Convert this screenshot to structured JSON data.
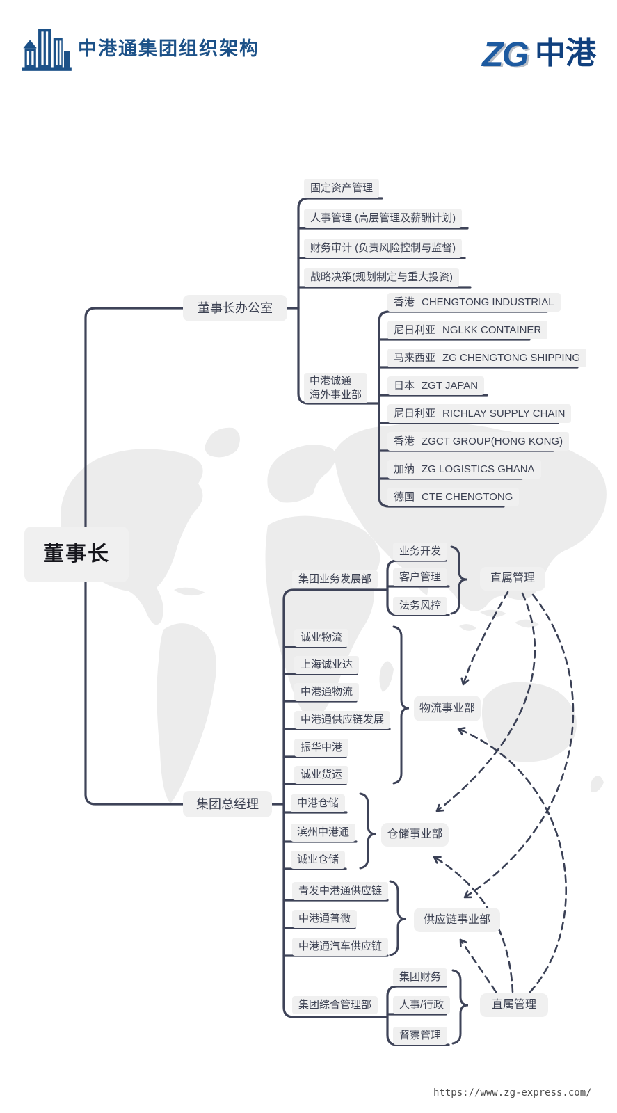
{
  "header": {
    "title": "中港通集团组织架构",
    "brand": {
      "zg": "ZG",
      "cn": "中港"
    }
  },
  "chairman": {
    "label": "董事长"
  },
  "office": {
    "label": "董事长办公室",
    "functions": [
      "固定资产管理",
      "人事管理 (高层管理及薪酬计划)",
      "财务审计 (负责风险控制与监督)",
      "战略决策(规划制定与重大投资)"
    ]
  },
  "overseas": {
    "label": "中港诚通\n海外事业部",
    "companies": [
      {
        "region": "香港",
        "name": "CHENGTONG INDUSTRIAL"
      },
      {
        "region": "尼日利亚",
        "name": "NGLKK CONTAINER"
      },
      {
        "region": "马来西亚",
        "name": "ZG CHENGTONG SHIPPING"
      },
      {
        "region": "日本",
        "name": "ZGT JAPAN"
      },
      {
        "region": "尼日利亚",
        "name": "RICHLAY SUPPLY CHAIN"
      },
      {
        "region": "香港",
        "name": "ZGCT GROUP(HONG KONG)"
      },
      {
        "region": "加纳",
        "name": "ZG LOGISTICS GHANA"
      },
      {
        "region": "德国",
        "name": "CTE CHENGTONG"
      }
    ]
  },
  "gm": {
    "label": "集团总经理"
  },
  "biz_dev": {
    "label": "集团业务发展部",
    "children": [
      "业务开发",
      "客户管理",
      "法务风控"
    ],
    "target": "直属管理"
  },
  "logistics": {
    "companies": [
      "诚业物流",
      "上海诚业达",
      "中港通物流",
      "中港通供应链发展",
      "振华中港",
      "诚业货运"
    ],
    "division": "物流事业部"
  },
  "warehouse": {
    "companies": [
      "中港仓储",
      "滨州中港通",
      "诚业仓储"
    ],
    "division": "仓储事业部"
  },
  "supply_chain": {
    "companies": [
      "青发中港通供应链",
      "中港通普微",
      "中港通汽车供应链"
    ],
    "division": "供应链事业部"
  },
  "admin": {
    "label": "集团综合管理部",
    "children": [
      "集团财务",
      "人事/行政",
      "督察管理"
    ],
    "target": "直属管理"
  },
  "footer": {
    "url": "https://www.zg-express.com/"
  },
  "colors": {
    "brand_blue": "#1c5188",
    "line": "#3e4358",
    "node_bg": "#f0f0f0",
    "node_text": "#3c4152",
    "map_gray": "#ececec"
  }
}
